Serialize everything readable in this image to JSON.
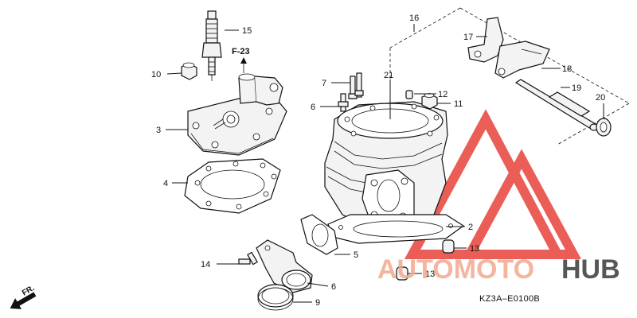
{
  "diagram": {
    "callouts": {
      "c2": "2",
      "c3": "3",
      "c4": "4",
      "c5": "5",
      "c6a": "6",
      "c6b": "6",
      "c7": "7",
      "c9": "9",
      "c10": "10",
      "c11": "11",
      "c12": "12",
      "c13a": "13",
      "c13b": "13",
      "c14": "14",
      "c15": "15",
      "c16": "16",
      "c17": "17",
      "c18": "18",
      "c19": "19",
      "c20": "20",
      "c21": "21"
    },
    "reference_label": "F-23",
    "direction_label": "FR.",
    "diagram_code": "KZ3A–E0100B"
  },
  "watermark": {
    "text_auto": "AUTOMOTO",
    "text_hub": "HUB",
    "accent_color": "#e8423a",
    "secondary_color": "#3a3a3a"
  }
}
